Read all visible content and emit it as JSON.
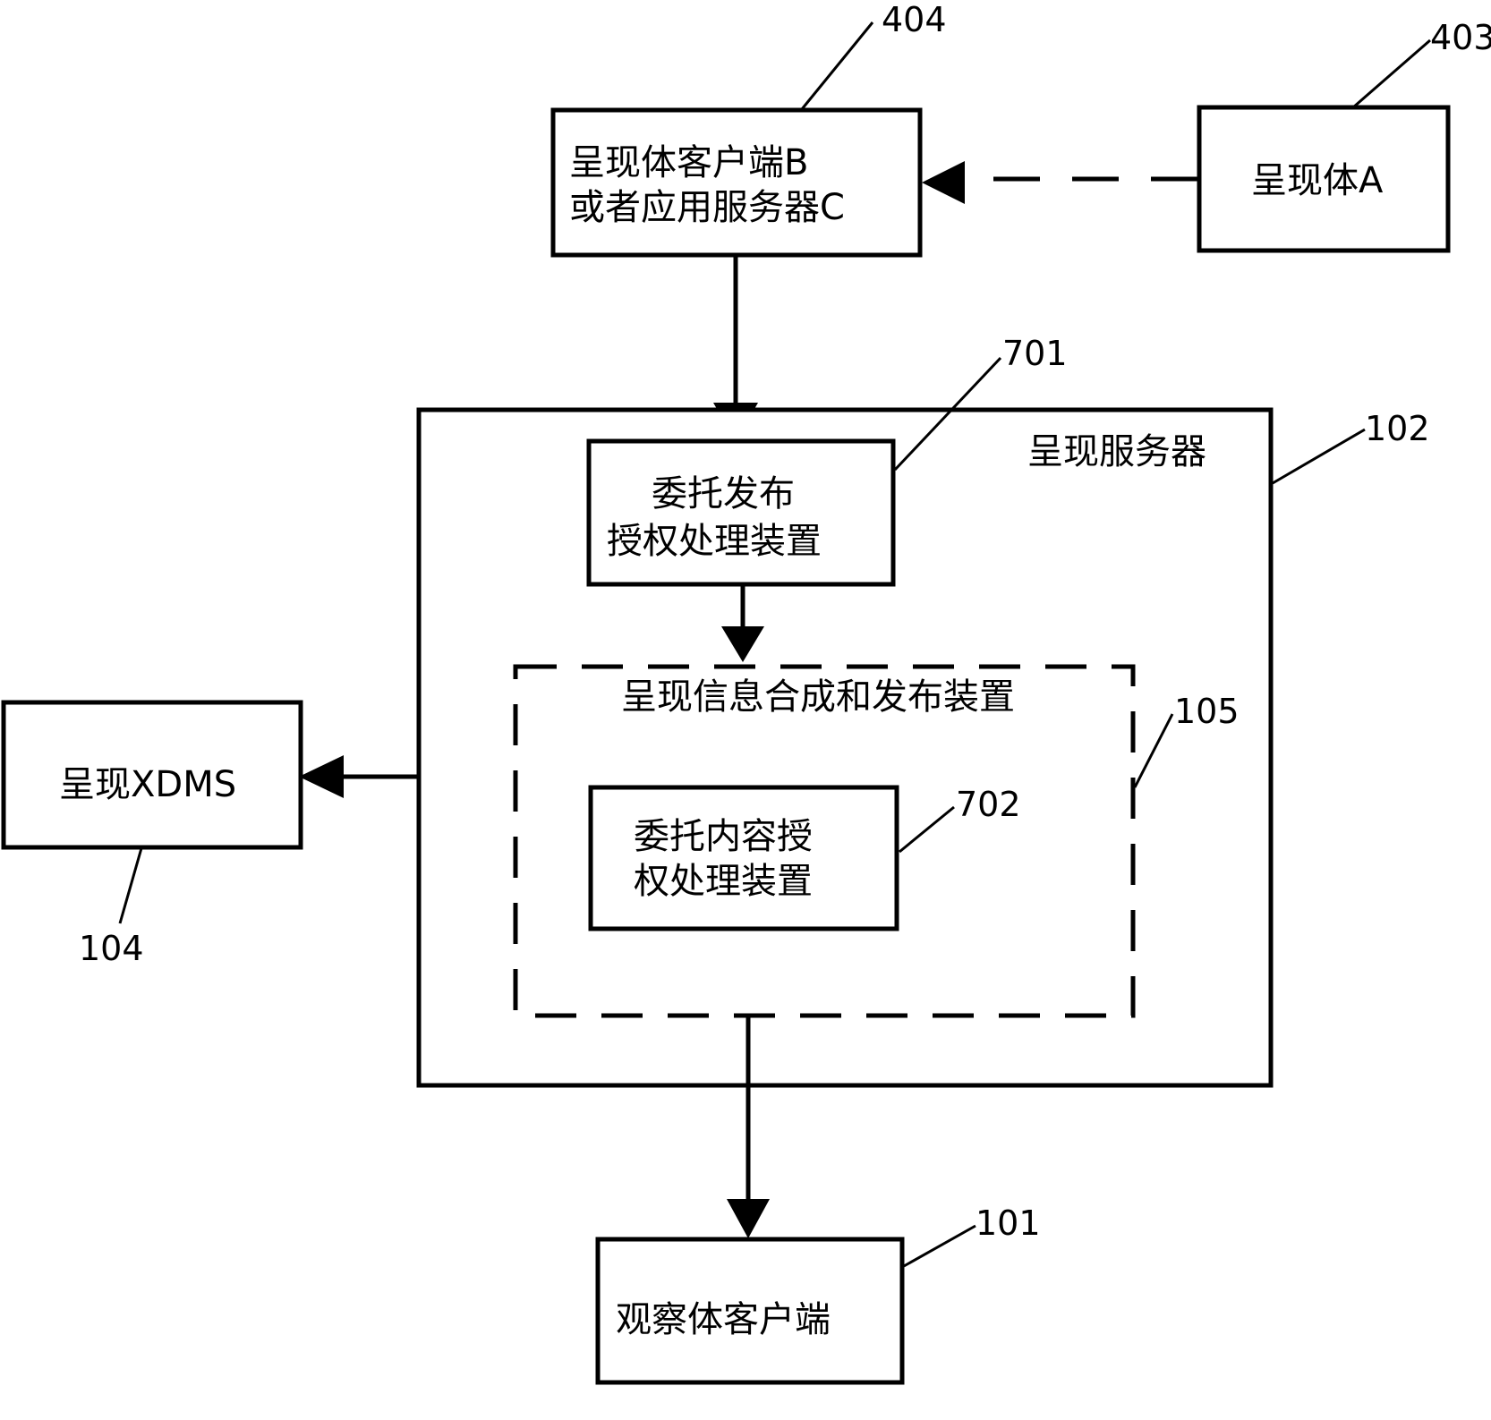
{
  "nodes": {
    "client_b_line1": "呈现体客户端B",
    "client_b_line2": "或者应用服务器C",
    "presentity_a": "呈现体A",
    "presence_server": "呈现服务器",
    "delegate_publish_line1": "委托发布",
    "delegate_publish_line2": "授权处理装置",
    "composition_publish": "呈现信息合成和发布装置",
    "delegate_content_line1": "委托内容授",
    "delegate_content_line2": "权处理装置",
    "xdms": "呈现XDMS",
    "watcher_client": "观察体客户端"
  },
  "refs": {
    "r404": "404",
    "r403": "403",
    "r701": "701",
    "r102": "102",
    "r105": "105",
    "r702": "702",
    "r104": "104",
    "r101": "101"
  }
}
